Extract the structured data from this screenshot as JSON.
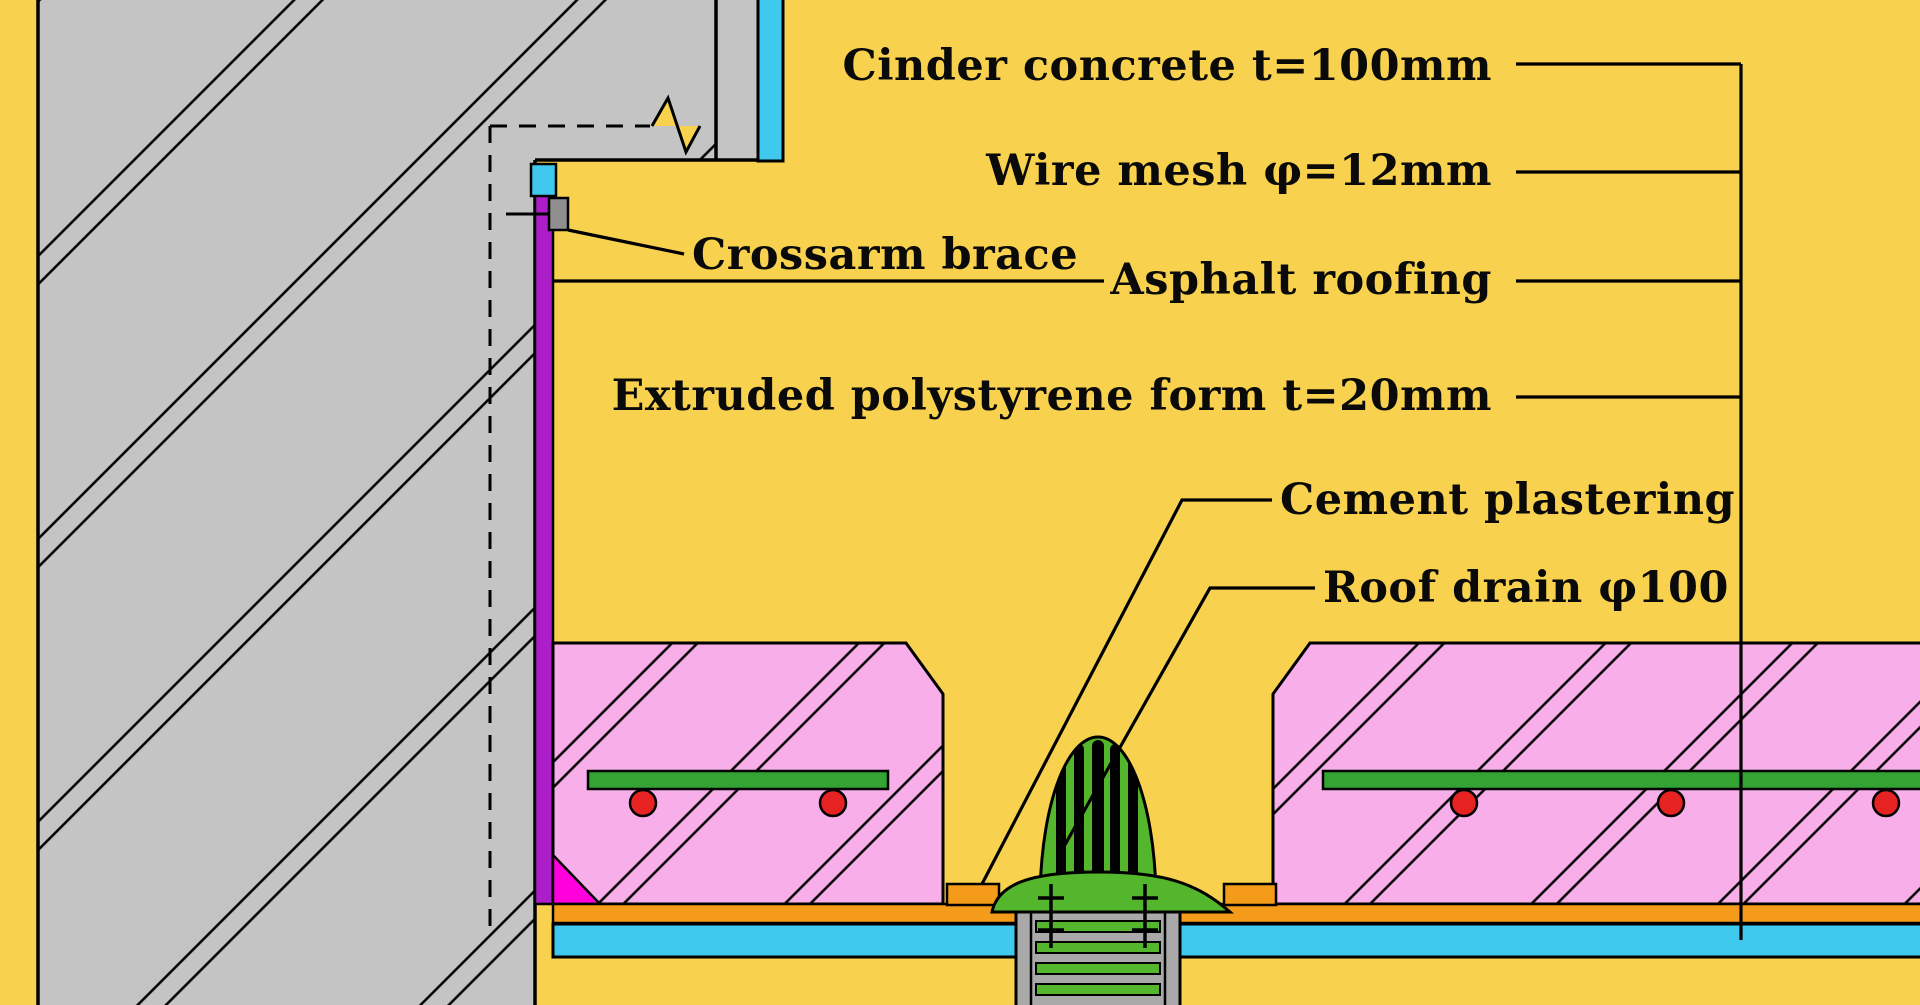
{
  "labels": {
    "cinder": {
      "text": "Cinder concrete t=100mm"
    },
    "wire_mesh": {
      "text": "Wire mesh φ=12mm"
    },
    "crossarm": {
      "text": "Crossarm brace"
    },
    "asphalt": {
      "text": "Asphalt roofing"
    },
    "polystyrene": {
      "text": "Extruded polystyrene form t=20mm"
    },
    "cement": {
      "text": "Cement plastering"
    },
    "roof_drain": {
      "text": "Roof drain φ100"
    }
  },
  "colors": {
    "background": "#F8D24E",
    "wall": "#C4C4C4",
    "pipe": "#A9A9A9",
    "brace": "#8F8F8F",
    "pink": "#F8AEE9",
    "purple": "#AB1EC8",
    "magenta": "#FF00DC",
    "cyan": "#3FC9EE",
    "orange": "#F49C19",
    "green": "#54B62C",
    "mesh_green": "#33A433",
    "red": "#E62222",
    "line": "#000000"
  }
}
